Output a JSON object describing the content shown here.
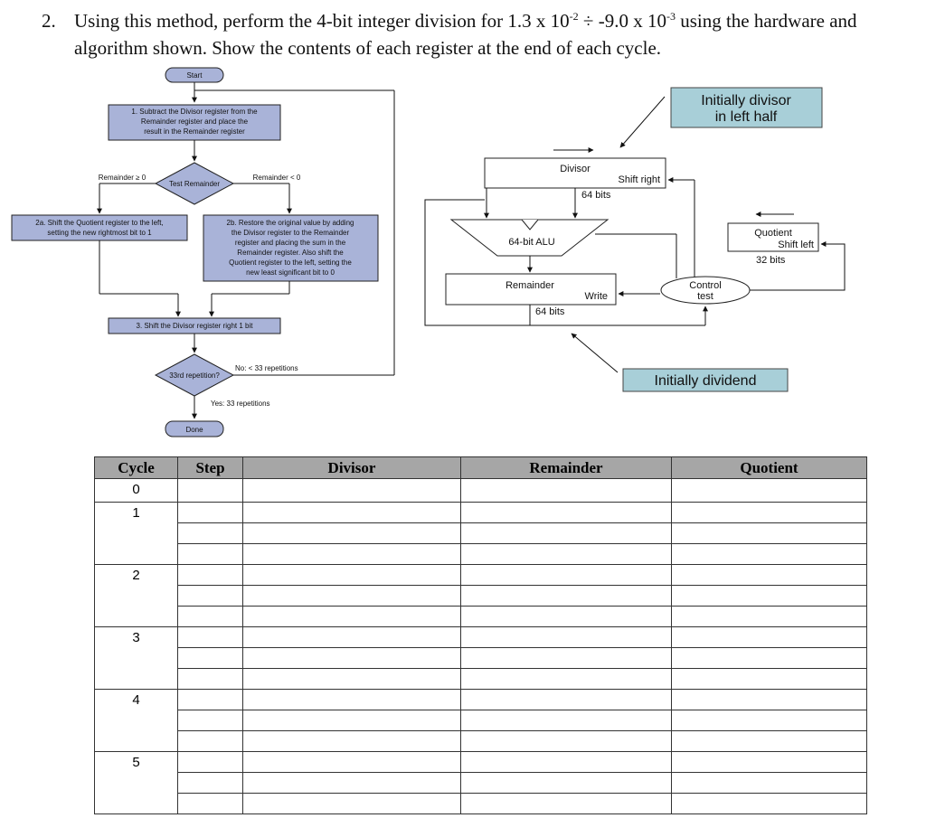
{
  "question": {
    "number": "2.",
    "line1_pre": "Using this method, perform the 4-bit integer division for 1.3 x 10",
    "exp1": "-2",
    "mid": " ÷ -9.0 x 10",
    "exp2": "-3",
    "line1_post": " using the hardware and algorithm shown. Show the contents of each register at the end of each cycle."
  },
  "flowchart": {
    "start": "Start",
    "step1": [
      "1.  Subtract the Divisor register from the",
      "Remainder register and place the",
      "result in the Remainder register"
    ],
    "test": "Test Remainder",
    "rem_ge": "Remainder ≥ 0",
    "rem_lt": "Remainder < 0",
    "step2a": [
      "2a.  Shift the Quotient register to the left,",
      "setting the new rightmost bit to 1"
    ],
    "step2b": [
      "2b.  Restore the original value by adding",
      "the Divisor register to the Remainder",
      "register and placing the sum in the",
      "Remainder register. Also shift the",
      "Quotient register to the left, setting the",
      "new least significant bit to 0"
    ],
    "step3": "3.  Shift the Divisor register right 1 bit",
    "rep": "33rd repetition?",
    "no": "No: < 33 repetitions",
    "yes": "Yes: 33 repetitions",
    "done": "Done"
  },
  "hardware": {
    "divisor": "Divisor",
    "shift_right": "Shift right",
    "bits64_a": "64 bits",
    "alu": "64-bit ALU",
    "remainder": "Remainder",
    "write": "Write",
    "bits64_b": "64 bits",
    "control": [
      "Control",
      "test"
    ],
    "quotient": "Quotient",
    "shift_left": "Shift left",
    "bits32": "32 bits",
    "note_divisor": [
      "Initially divisor",
      "in left half"
    ],
    "note_dividend": "Initially dividend"
  },
  "table": {
    "headers": [
      "Cycle",
      "Step",
      "Divisor",
      "Remainder",
      "Quotient"
    ],
    "cycles": [
      "0",
      "1",
      "2",
      "3",
      "4",
      "5"
    ]
  },
  "colors": {
    "box_fill": "#a9b3d8",
    "note_fill": "#a8cfd8",
    "header_fill": "#a6a6a6"
  }
}
